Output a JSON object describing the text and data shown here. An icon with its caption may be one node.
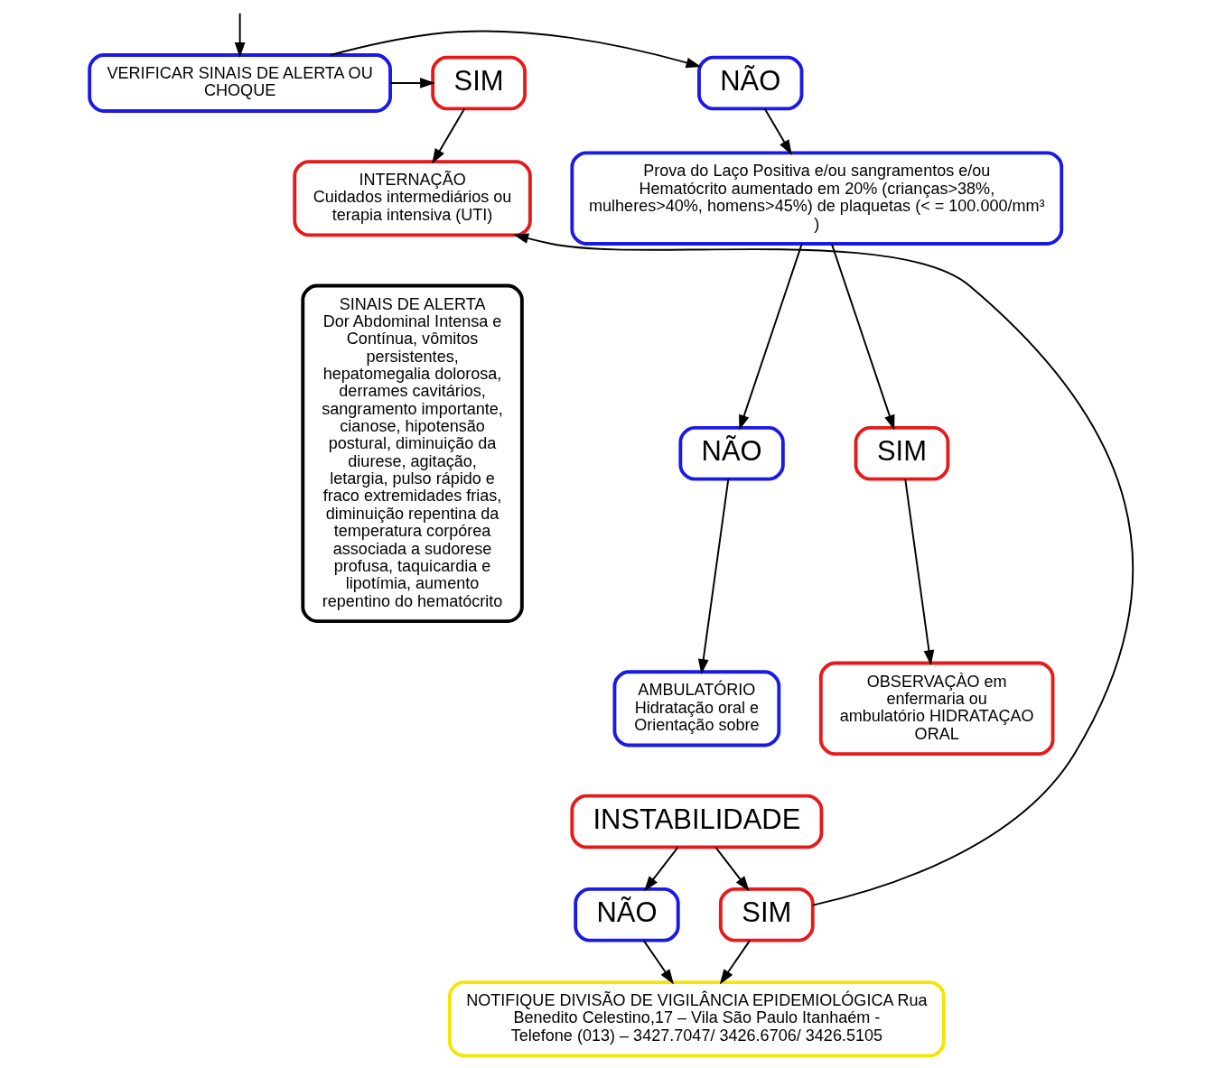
{
  "diagram": {
    "nodes": [
      {
        "text": [
          "NÃO"
        ]
      },
      {
        "text": [
          "VERIFICAR SINAIS DE ALERTA OU CHOQUE"
        ]
      },
      {
        "text": [
          "SIM"
        ]
      },
      {
        "text": [
          "Prova do Laço Positiva e/ou sangramentos e/ou Hematócrito aumentado em 20% (crianças>38%, mulheres>40%, homens>45%) de plaquetas (< = 100.000/mm³ )"
        ]
      },
      {
        "text": [
          "INTERNAÇÃO",
          "Cuidados intermediários ou terapia intensiva (UTI)"
        ]
      },
      {
        "text": [
          "NÃO"
        ]
      },
      {
        "text": [
          "SIM"
        ]
      },
      {
        "text": [
          "SINAIS DE ALERTA",
          "Dor Abdominal Intensa e Contínua, vômitos persistentes, hepatomegalia dolorosa, derrames cavitários, sangramento importante, cianose, hipotensão postural, diminuição da diurese, agitação, letargia, pulso rápido e fraco extremidades frias, diminuição repentina da temperatura corpórea associada a sudorese profusa, taquicardia e lipotímia, aumento repentino do hematócrito"
        ]
      },
      {
        "text": [
          "AMBULATÓRIO",
          "Hidratação oral e Orientação sobre"
        ]
      },
      {
        "text": [
          "OBSERVAÇÀO em enfermaria ou ambulatório HIDRATAÇAO ORAL"
        ]
      },
      {
        "text": [
          "INSTABILIDADE"
        ]
      },
      {
        "text": [
          "NÃO"
        ]
      },
      {
        "text": [
          "SIM"
        ]
      },
      {
        "text": [
          "NOTIFIQUE DIVISÃO DE VIGILÂNCIA EPIDEMIOLÓGICA Rua Benedito Celestino,17 – Vila São Paulo Itanhaém - Telefone (013) – 3427.7047/ 3426.6706/ 3426.5105"
        ]
      }
    ],
    "edges": [
      {
        "from": null,
        "to": 1,
        "arrow": "to"
      },
      {
        "from": 1,
        "to": 0,
        "arrow": "to"
      },
      {
        "from": 1,
        "to": 2,
        "arrow": "to"
      },
      {
        "from": 0,
        "to": 3,
        "arrow": "to"
      },
      {
        "from": 2,
        "to": 4,
        "arrow": "to"
      },
      {
        "from": 3,
        "to": 5,
        "arrow": "to"
      },
      {
        "from": 3,
        "to": 6,
        "arrow": "to"
      },
      {
        "from": 5,
        "to": 8,
        "arrow": "to"
      },
      {
        "from": 6,
        "to": 9,
        "arrow": "to"
      },
      {
        "from": 10,
        "to": 11,
        "arrow": "to"
      },
      {
        "from": 10,
        "to": 12,
        "arrow": "to"
      },
      {
        "from": 12,
        "to": 4,
        "arrow": "to"
      },
      {
        "from": 11,
        "to": 13,
        "arrow": "to"
      },
      {
        "from": 12,
        "to": 13,
        "arrow": "to"
      }
    ]
  }
}
